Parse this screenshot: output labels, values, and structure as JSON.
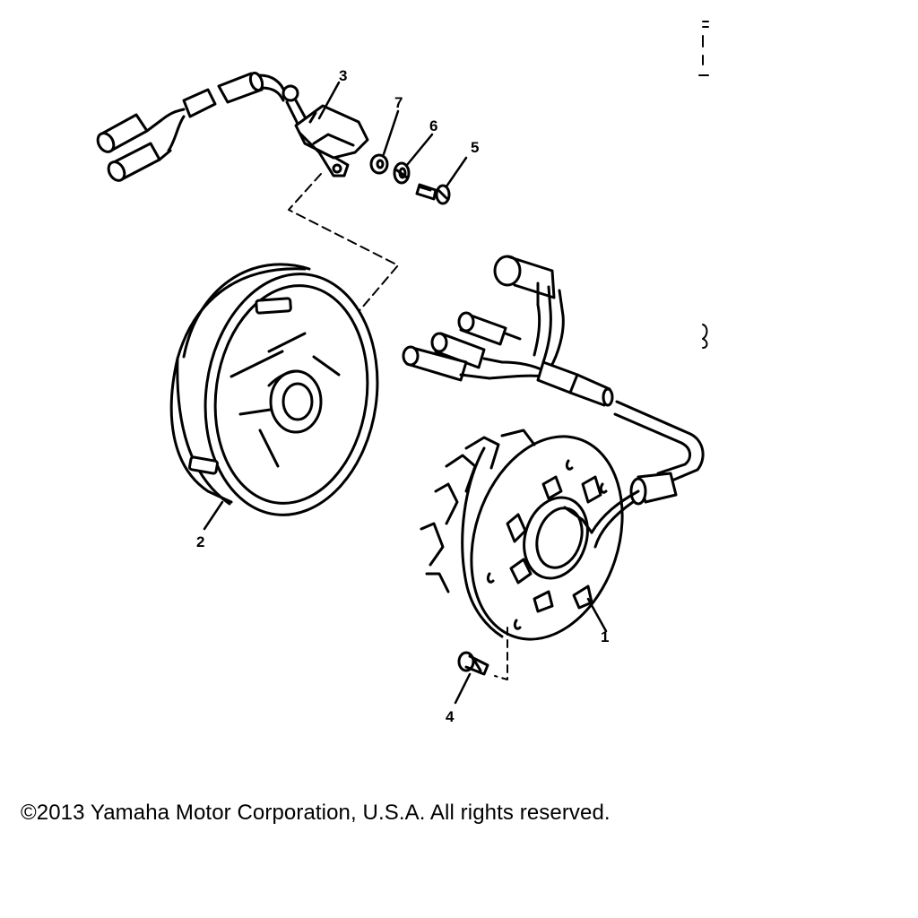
{
  "diagram": {
    "part_labels": {
      "stator": "1",
      "rotor": "2",
      "pickup_coil": "3",
      "stator_screw": "4",
      "pickup_screw": "5",
      "spring_washer": "6",
      "plain_washer": "7"
    }
  },
  "footer": {
    "copyright": "©2013 Yamaha Motor Corporation, U.S.A. All rights reserved."
  },
  "colors": {
    "line": "#000000",
    "background": "#ffffff"
  }
}
